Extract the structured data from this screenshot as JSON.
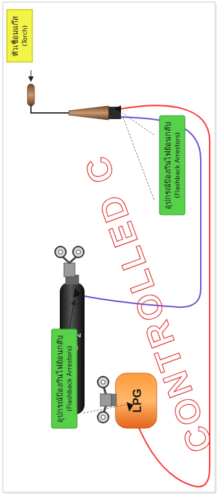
{
  "diagram": {
    "nodes": [
      {
        "text": [
          "หัวเชื่อมแก๊ส",
          "(Torch)"
        ]
      },
      {
        "text": [
          "อุปกรณ์ป้องกันไฟย้อนกลับ",
          "(Flashback Arrestors)"
        ]
      },
      {
        "text": [
          "อุปกรณ์ป้องกันไฟย้อนกลับ",
          "(Flashback Arrestors)"
        ]
      }
    ],
    "edges": [],
    "labels": [
      "O",
      "2",
      "LPG",
      "CONTROLLED C"
    ]
  }
}
